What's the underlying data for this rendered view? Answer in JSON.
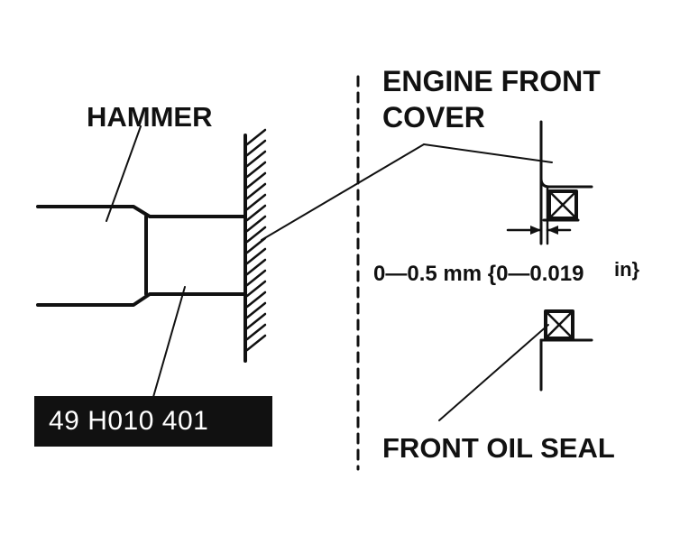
{
  "labels": {
    "hammer": "HAMMER",
    "engine_front_cover_line1": "ENGINE FRONT",
    "engine_front_cover_line2": "COVER",
    "dimension_mm": "0—0.5 mm {0—0.019",
    "dimension_unit": "in}",
    "front_oil_seal": "FRONT OIL SEAL",
    "part_number": "49 H010 401"
  },
  "colors": {
    "ink": "#111111",
    "background": "#ffffff",
    "part_number_bg": "#111111",
    "part_number_text": "#ffffff"
  }
}
